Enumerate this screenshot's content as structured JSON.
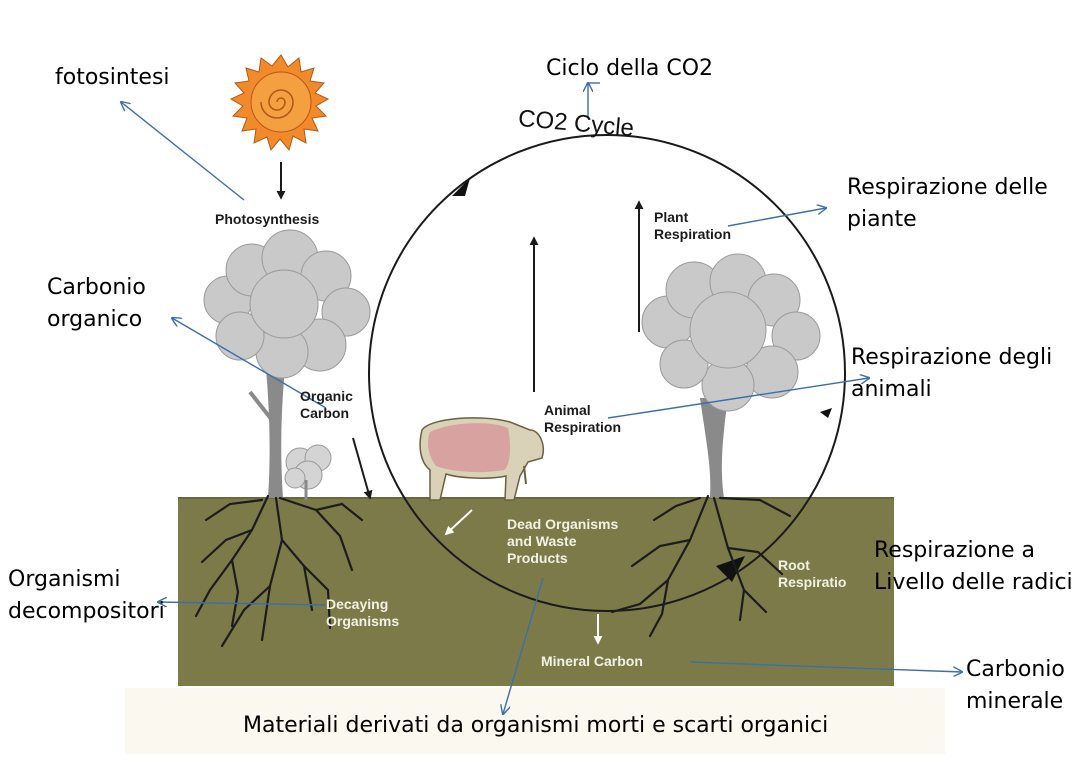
{
  "colors": {
    "soil": "#7d7a4a",
    "soil_edge": "#6a673e",
    "annotation_arrow": "#3d6ea8",
    "tree_canopy": "#c9c9c9",
    "sun": "#f08a2a",
    "cow": "#d8a2a0",
    "roots": "#1c1c1c"
  },
  "icons": [
    "sun-icon",
    "tree-icon",
    "cow-icon",
    "roots-icon"
  ],
  "cycle_title": "CO2 Cycle",
  "english_labels": {
    "photosynthesis": "Photosynthesis",
    "plant_respiration": [
      "Plant",
      "Respiration"
    ],
    "organic_carbon": [
      "Organic",
      "Carbon"
    ],
    "animal_respiration": [
      "Animal",
      "Respiration"
    ],
    "dead_organisms": [
      "Dead Organisms",
      "and Waste",
      "Products"
    ],
    "root_respiration": [
      "Root",
      "Respiratio"
    ],
    "decaying_organisms": [
      "Decaying",
      "Organisms"
    ],
    "mineral_carbon": "Mineral Carbon"
  },
  "italian_labels": {
    "ciclo": "Ciclo della CO2",
    "fotosintesi": "fotosintesi",
    "resp_piante": [
      "Respirazione delle",
      "piante"
    ],
    "carbonio_organico": [
      "Carbonio",
      "organico"
    ],
    "resp_animali": [
      "Respirazione degli",
      "animali"
    ],
    "resp_radici": [
      "Respirazione a",
      "Livello delle radici"
    ],
    "decompositori": [
      "Organismi",
      "decompositori"
    ],
    "carbonio_minerale": [
      "Carbonio",
      "minerale"
    ],
    "materiali": "Materiali derivati da organismi morti e scarti organici"
  }
}
